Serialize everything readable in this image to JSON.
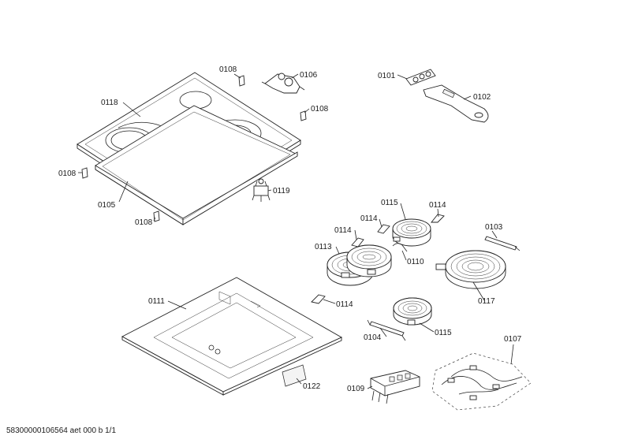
{
  "labels": {
    "l0108a": "0108",
    "l0106": "0106",
    "l0101": "0101",
    "l0102": "0102",
    "l0118": "0118",
    "l0108b": "0108",
    "l0108c": "0108",
    "l0105": "0105",
    "l0119": "0119",
    "l0108d": "0108",
    "l0115a": "0115",
    "l0114a": "0114",
    "l0114b": "0114",
    "l0114c": "0114",
    "l0103": "0103",
    "l0113": "0113",
    "l0110": "0110",
    "l0117": "0117",
    "l0111": "0111",
    "l0114d": "0114",
    "l0104": "0104",
    "l0115b": "0115",
    "l0107": "0107",
    "l0122": "0122",
    "l0109": "0109"
  },
  "footer": "58300000106564 aet 000 b 1/1"
}
